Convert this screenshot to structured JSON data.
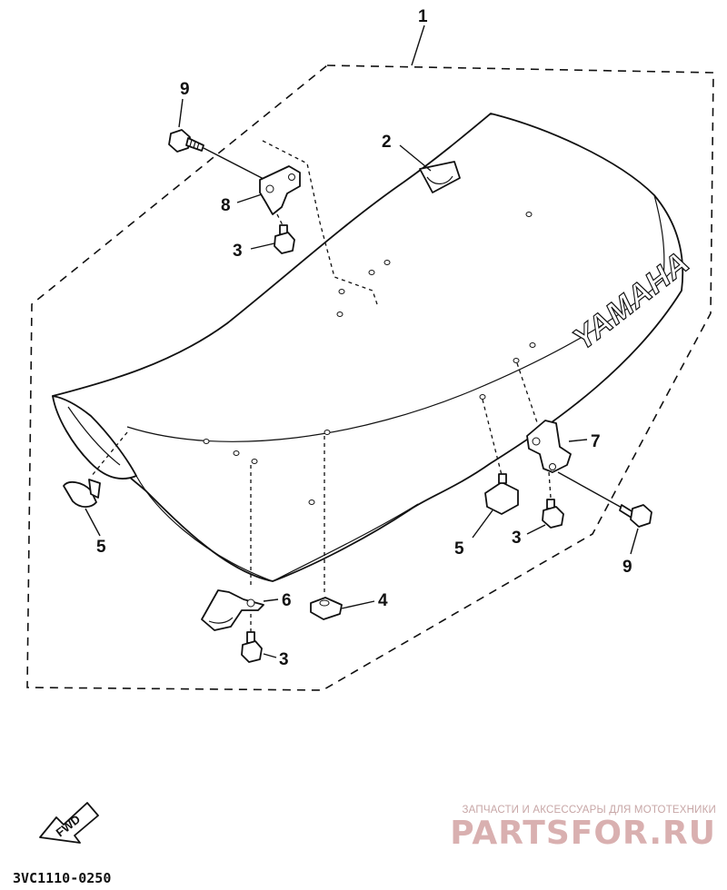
{
  "callouts": {
    "c1": "1",
    "c2": "2",
    "c3a": "3",
    "c3b": "3",
    "c3c": "3",
    "c4": "4",
    "c5a": "5",
    "c5b": "5",
    "c6": "6",
    "c7": "7",
    "c8": "8",
    "c9a": "9",
    "c9b": "9"
  },
  "brand_on_seat": "YAMAHA",
  "fwd_label": "FWD",
  "diagram_code": "3VC1110-0250",
  "watermark": {
    "tagline": "ЗАПЧАСТИ И АКСЕССУАРЫ ДЛЯ МОТОТЕХНИКИ",
    "brand": "PARTSFOR.RU"
  }
}
